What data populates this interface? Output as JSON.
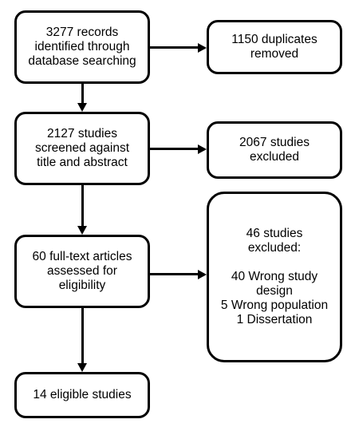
{
  "flow": {
    "identified": "3277 records\nidentified through\ndatabase searching",
    "duplicates": "1150 duplicates\nremoved",
    "screened": "2127 studies\nscreened against\ntitle and abstract",
    "excluded_screening": "2067 studies\nexcluded",
    "fulltext": "60 full-text articles\nassessed for\neligibility",
    "excluded_fulltext": "46 studies\nexcluded:\n\n40 Wrong study\ndesign\n5 Wrong population\n1 Dissertation",
    "eligible": "14 eligible studies"
  }
}
